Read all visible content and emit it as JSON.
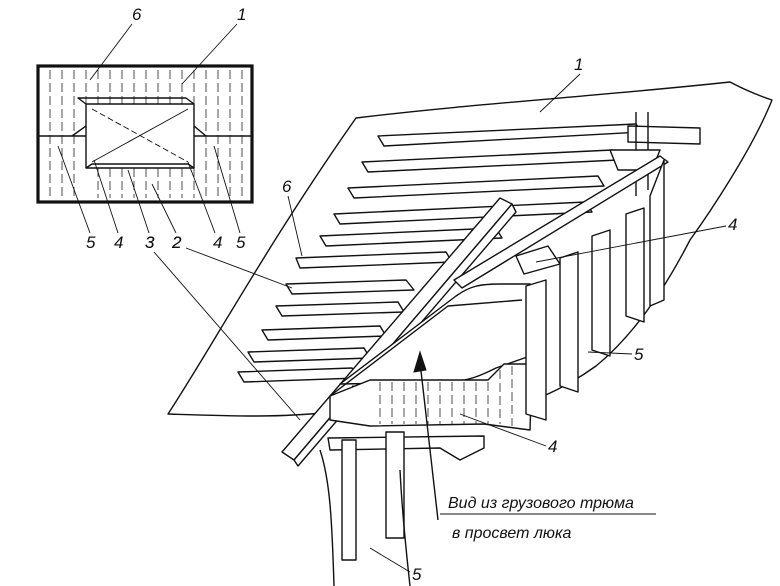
{
  "figure": {
    "caption_line1": "Вид из грузового трюма",
    "caption_line2": "в просвет люка"
  },
  "inset_labels": {
    "top": [
      "6",
      "1"
    ],
    "bottom": [
      "5",
      "4",
      "3",
      "2",
      "4",
      "5"
    ]
  },
  "main_labels": {
    "deck": "1",
    "beam": "6",
    "longitudinal": "2",
    "coaming": "3",
    "bracket_right": "4",
    "bracket_bottom": "4",
    "pillar_right": "5",
    "pillar_bottom": "5"
  }
}
